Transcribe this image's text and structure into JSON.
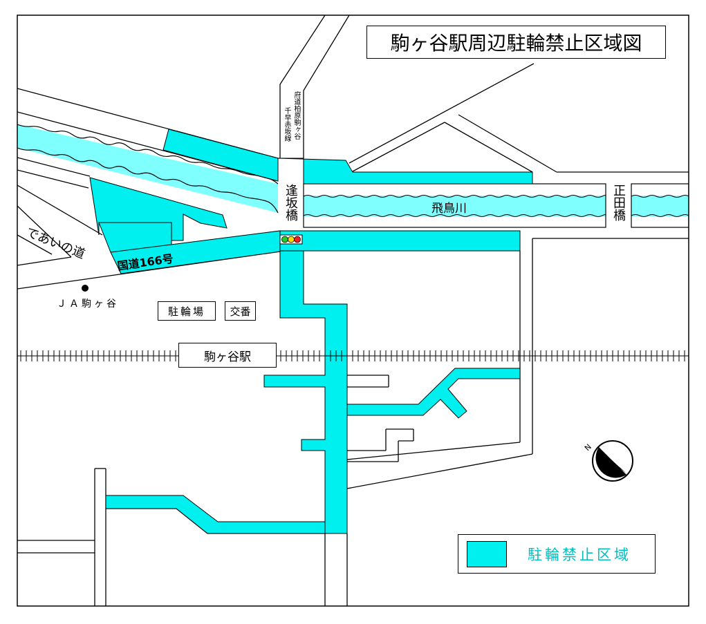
{
  "map": {
    "title": "駒ヶ谷駅周辺駐輪禁止区域図",
    "labels": {
      "prefectural_road": "府道柏原駒ヶ谷",
      "prefectural_road_2": "千早赤坂線",
      "bridge_osaka": "逢坂橋",
      "bridge_shoda": "正田橋",
      "river": "飛鳥川",
      "road_deai": "であいの道",
      "road_route166": "国道166号",
      "ja": "ＪＡ駒ヶ谷",
      "parking": "駐輪場",
      "koban": "交番",
      "station": "駒ヶ谷駅"
    },
    "legend": {
      "label": "駐輪禁止区域"
    },
    "colors": {
      "zone": "#00f0f0",
      "river": "#80ffff",
      "line": "#000000",
      "legend_text": "#00c0c0"
    },
    "icons": {
      "compass": "north-compass-icon",
      "signal": "traffic-signal-icon",
      "ja": "dot-marker-icon"
    }
  }
}
